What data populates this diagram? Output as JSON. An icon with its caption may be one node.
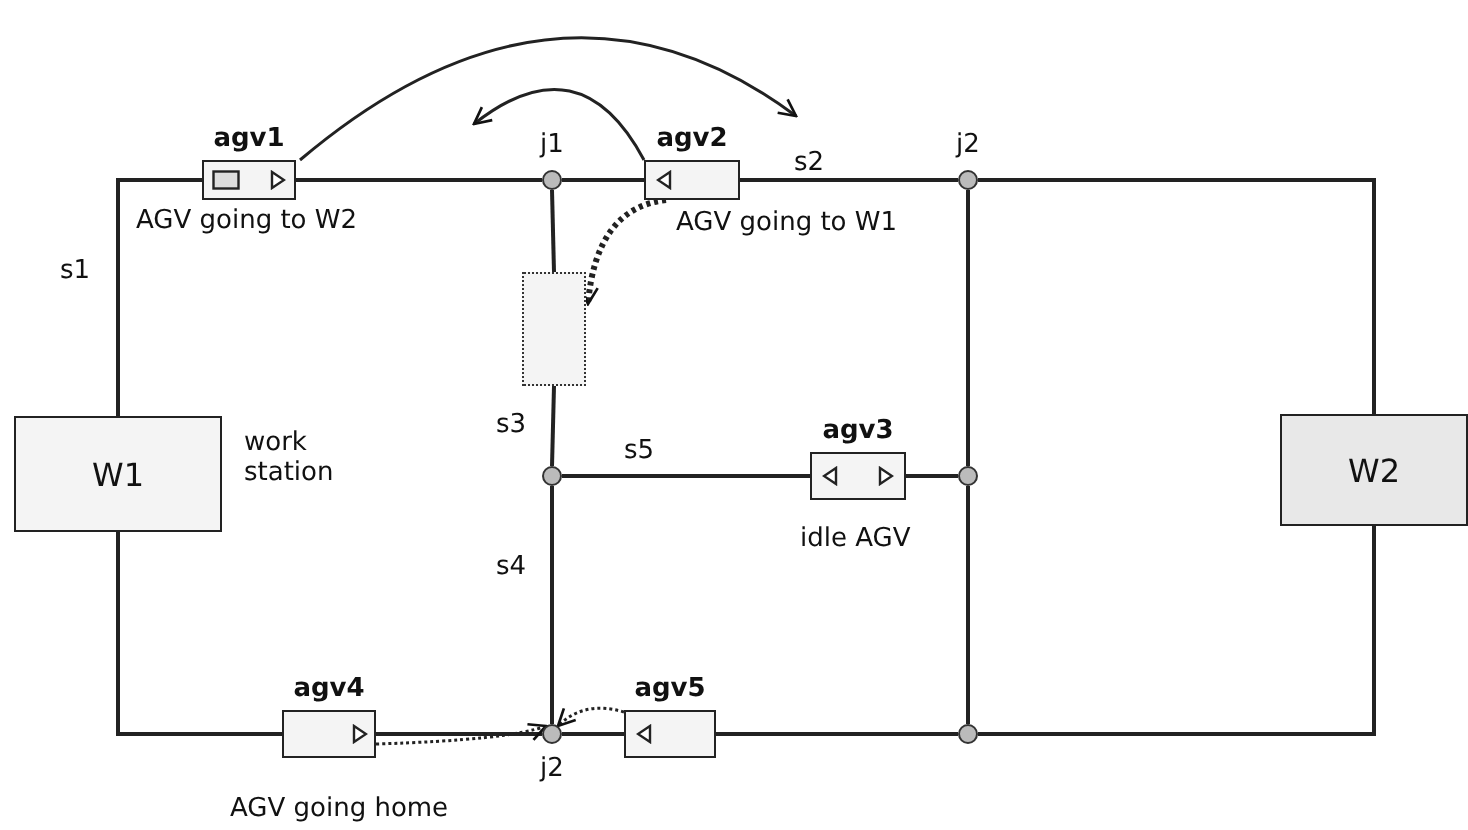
{
  "diagram": {
    "nodes": [
      {
        "text": [
          "agv1"
        ],
        "beside": [
          "AGV going to W2"
        ]
      },
      {
        "text": [
          "j1"
        ]
      },
      {
        "text": [
          "agv2"
        ],
        "beside": [
          "AGV going to W1"
        ]
      },
      {
        "text": [
          "j2"
        ]
      },
      {
        "text": [
          "W1"
        ],
        "beside": [
          "work station"
        ]
      },
      {
        "text": [],
        "shape": "box"
      },
      {
        "text": [
          "agv3"
        ],
        "beside": [
          "idle AGV"
        ]
      },
      {
        "text": [],
        "shape": "circle"
      },
      {
        "text": [],
        "shape": "circle"
      },
      {
        "text": [
          "W2"
        ]
      },
      {
        "text": [
          "agv4"
        ],
        "beside": [
          "AGV going home"
        ]
      },
      {
        "text": [
          "j2"
        ]
      },
      {
        "text": [
          "agv5"
        ]
      },
      {
        "text": [],
        "shape": "circle"
      }
    ],
    "edges": [
      {
        "from": 4,
        "to": 0,
        "arrow": "none",
        "label": "s1"
      },
      {
        "from": 0,
        "to": 1,
        "arrow": "none"
      },
      {
        "from": 1,
        "to": 2,
        "arrow": "none"
      },
      {
        "from": 2,
        "to": 3,
        "arrow": "none",
        "label": "s2"
      },
      {
        "from": 3,
        "to": 9,
        "arrow": "none"
      },
      {
        "from": 1,
        "to": 5,
        "arrow": "none"
      },
      {
        "from": 5,
        "to": 7,
        "arrow": "none",
        "label": "s3"
      },
      {
        "from": 7,
        "to": 6,
        "arrow": "none",
        "label": "s5"
      },
      {
        "from": 6,
        "to": 8,
        "arrow": "none"
      },
      {
        "from": 3,
        "to": 8,
        "arrow": "none"
      },
      {
        "from": 8,
        "to": 13,
        "arrow": "none"
      },
      {
        "from": 7,
        "to": 11,
        "arrow": "none",
        "label": "s4"
      },
      {
        "from": 4,
        "to": 10,
        "arrow": "none"
      },
      {
        "from": 10,
        "to": 11,
        "arrow": "none"
      },
      {
        "from": 11,
        "to": 12,
        "arrow": "none"
      },
      {
        "from": 12,
        "to": 13,
        "arrow": "none"
      },
      {
        "from": 13,
        "to": 9,
        "arrow": "none"
      },
      {
        "from": 0,
        "to": null,
        "arrow": "to"
      },
      {
        "from": 2,
        "to": null,
        "arrow": "to"
      },
      {
        "from": 2,
        "to": 5,
        "arrow": "to",
        "style": "dashed"
      },
      {
        "from": 10,
        "to": 11,
        "arrow": "to",
        "style": "dashed"
      },
      {
        "from": 12,
        "to": 11,
        "arrow": "to",
        "style": "dashed"
      }
    ]
  }
}
